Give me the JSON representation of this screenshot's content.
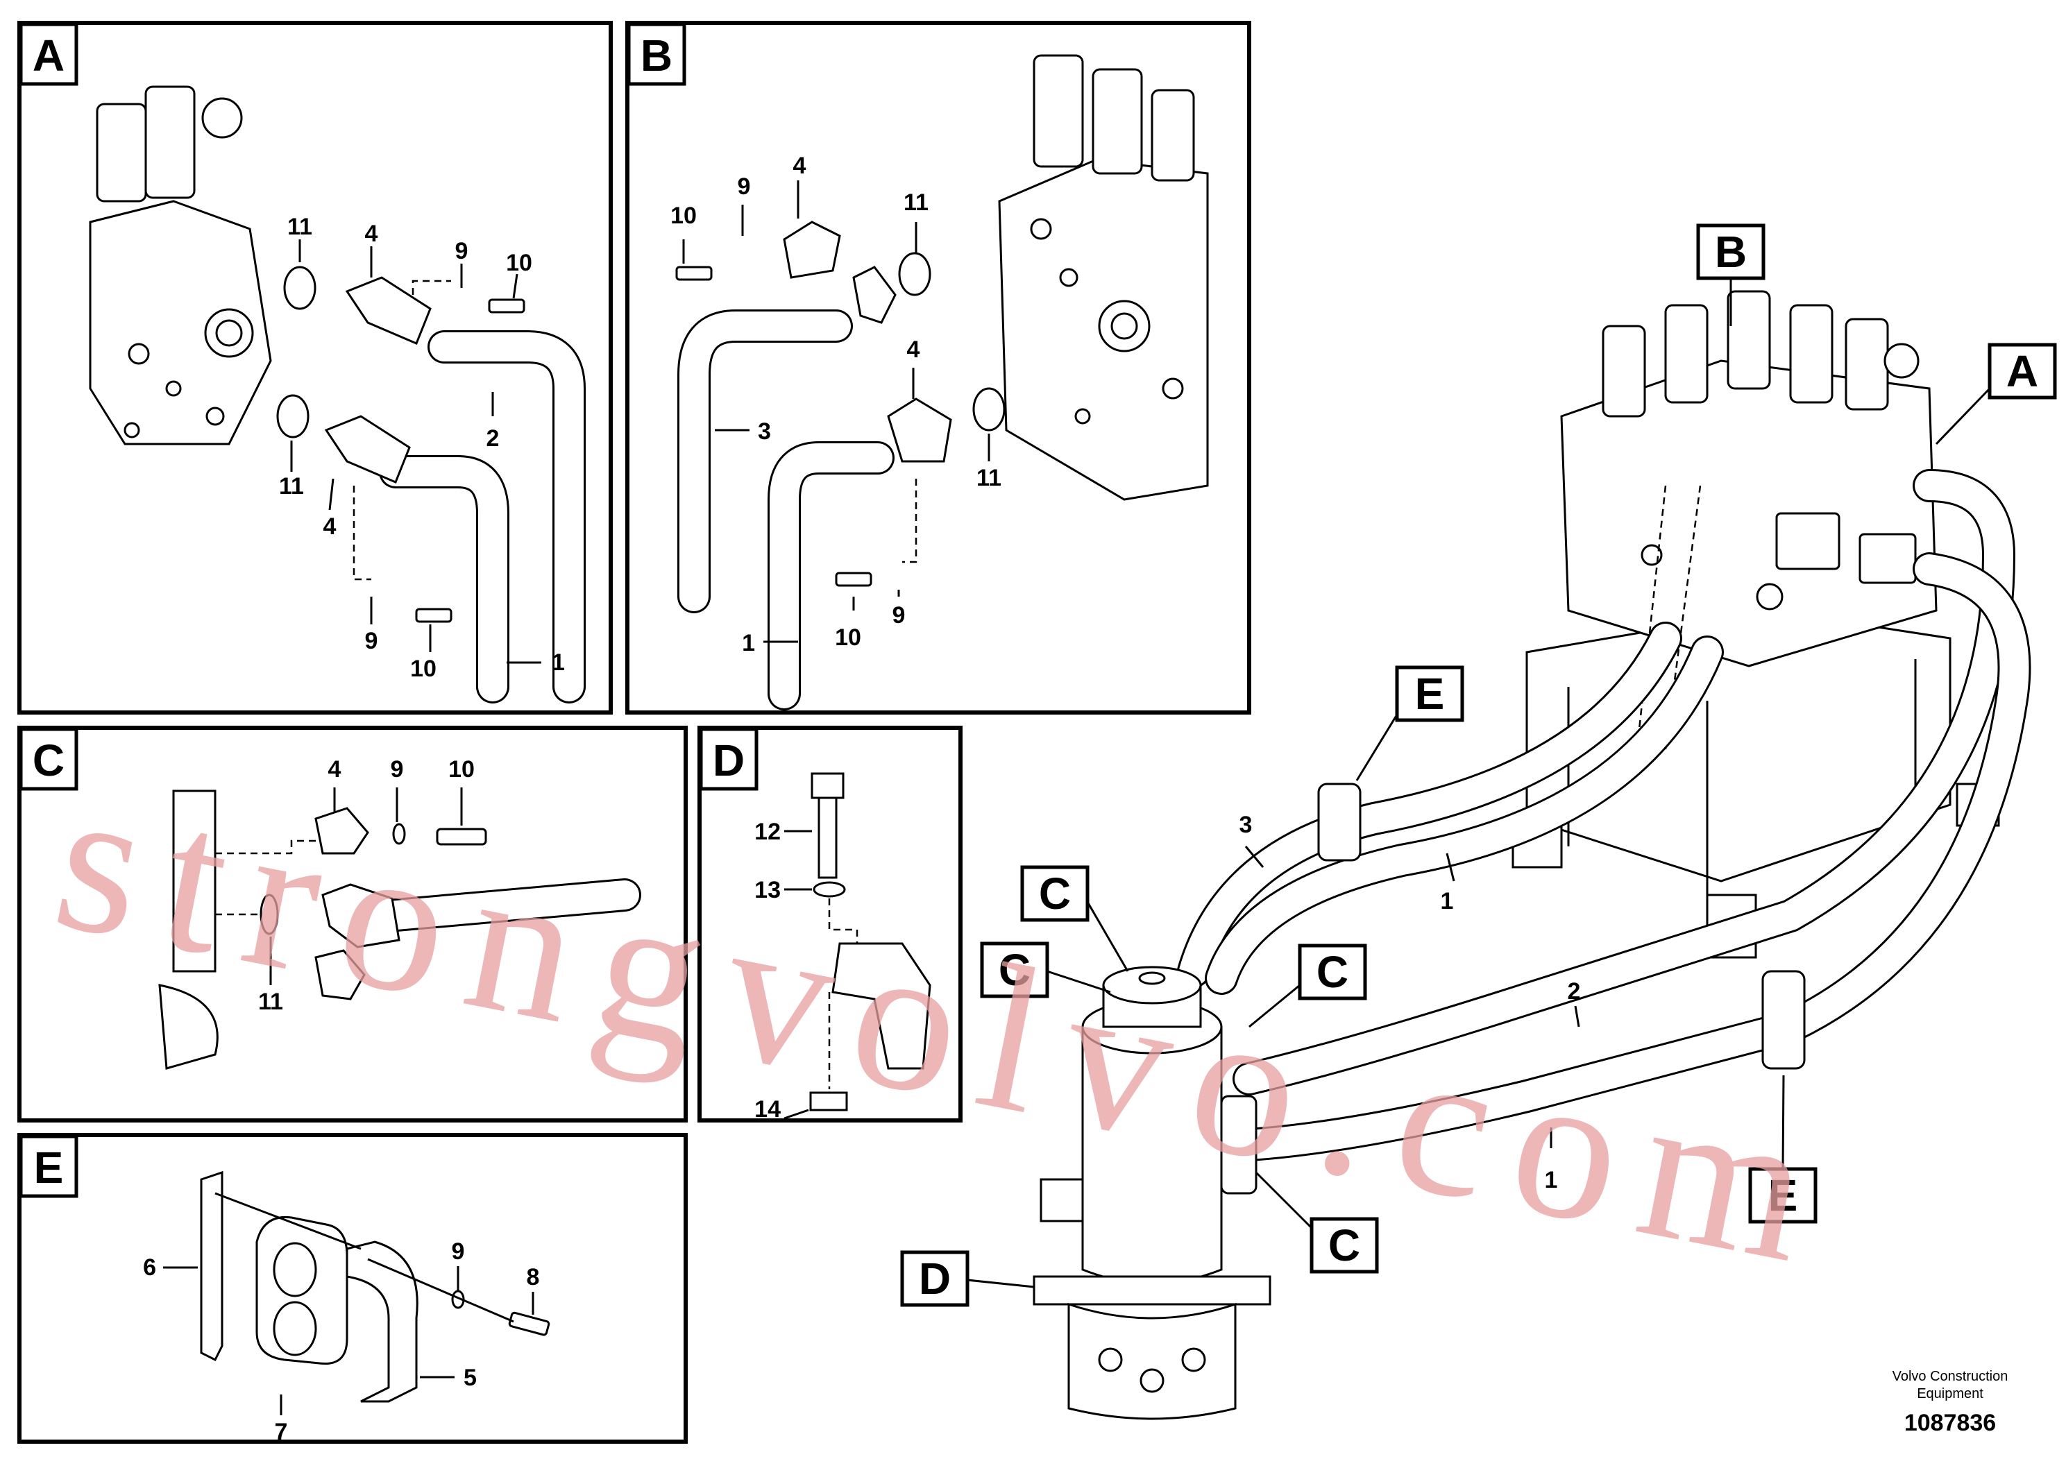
{
  "panels": {
    "A": {
      "label": "A",
      "callouts": [
        "11",
        "4",
        "9",
        "10",
        "2",
        "11",
        "4",
        "9",
        "10",
        "1"
      ]
    },
    "B": {
      "label": "B",
      "callouts": [
        "10",
        "9",
        "4",
        "11",
        "3",
        "4",
        "11",
        "10",
        "9",
        "1"
      ]
    },
    "C": {
      "label": "C",
      "callouts": [
        "4",
        "9",
        "10",
        "11"
      ]
    },
    "D": {
      "label": "D",
      "callouts": [
        "12",
        "13",
        "14"
      ]
    },
    "E": {
      "label": "E",
      "callouts": [
        "6",
        "9",
        "8",
        "7",
        "5"
      ]
    }
  },
  "overview": {
    "tags": [
      "B",
      "A",
      "E",
      "C",
      "C",
      "C",
      "C",
      "D",
      "E"
    ],
    "callouts": [
      "3",
      "1",
      "2",
      "1"
    ]
  },
  "watermark": "strongvolvo.com",
  "footer": {
    "company_line1": "Volvo Construction",
    "company_line2": "Equipment",
    "doc_number": "1087836"
  }
}
